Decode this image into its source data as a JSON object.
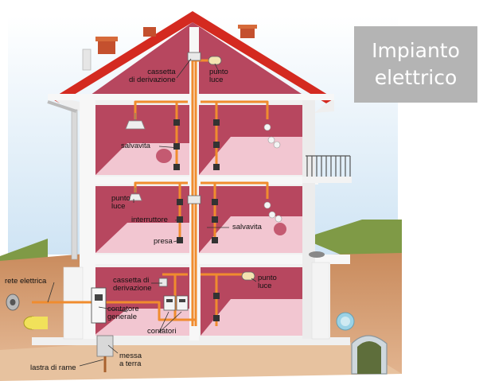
{
  "title": {
    "line1": "Impianto",
    "line2": "elettrico"
  },
  "labels": {
    "cassetta_top": [
      "cassetta",
      "di derivazione"
    ],
    "punto_luce_top": [
      "punto",
      "luce"
    ],
    "salvavita_1": "salvavita",
    "punto_luce_mid": [
      "punto",
      "luce"
    ],
    "interruttore": "interruttore",
    "salvavita_2": "salvavita",
    "presa": "presa",
    "rete_elettrica": "rete elettrica",
    "cassetta_bottom": [
      "cassetta di",
      "derivazione"
    ],
    "punto_luce_bottom": [
      "punto",
      "luce"
    ],
    "contatore_generale": [
      "contatore",
      "generale"
    ],
    "contatori": "contatori",
    "lastra_di_rame": "lastra di rame",
    "messa_a_terra": [
      "messa",
      "a terra"
    ]
  },
  "colors": {
    "roof": "#d42a20",
    "wall": "#b7475f",
    "room_floor": "#f2c6d1",
    "structure": "#f1f1f1",
    "cable": "#f08c2e",
    "ground": "#d79a6d",
    "grass": "#7f9a46",
    "sky": "#dcecf7"
  }
}
